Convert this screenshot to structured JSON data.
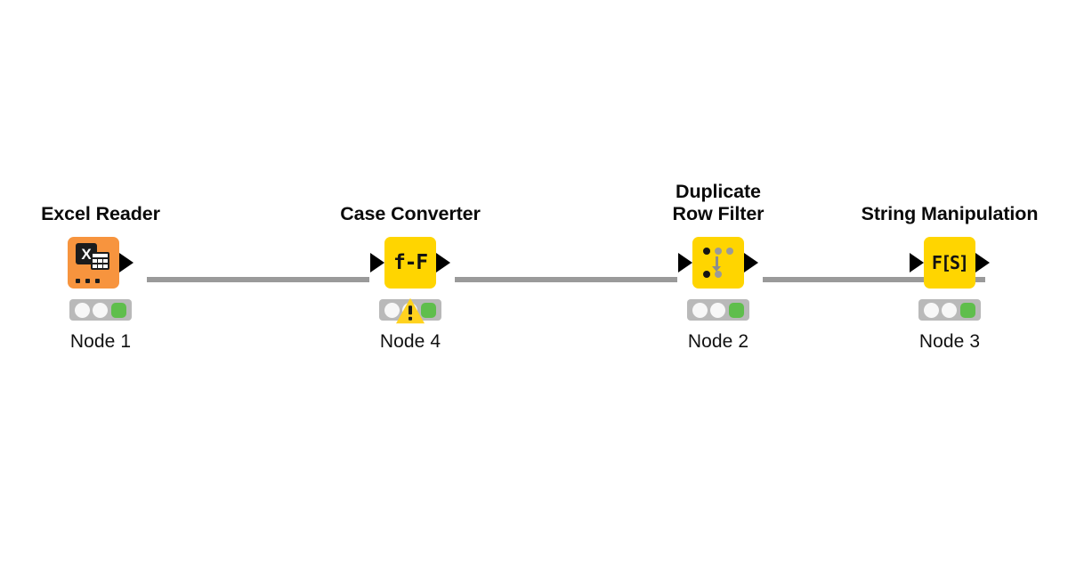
{
  "canvas": {
    "background": "#ffffff",
    "connector_color": "#9a9a9a",
    "port_color": "#000000"
  },
  "palette": {
    "node_yellow": "#FFD500",
    "node_orange": "#F7943E",
    "status_bar_gray": "#b9b9b9",
    "status_light_idle": "#f7f7f7",
    "status_light_green": "#5fbe4c",
    "warning_yellow": "#FFD21E",
    "title_text": "#0a0a0a"
  },
  "workflow": {
    "nodes": [
      {
        "title": "Excel Reader",
        "label": "Node 1",
        "glyph": "",
        "icon": "excel-file-icon",
        "color": "#F7943E",
        "has_input_port": false,
        "has_output_port": true,
        "status": {
          "lights": [
            "idle",
            "idle",
            "green"
          ],
          "warning": false
        }
      },
      {
        "title": "Case Converter",
        "label": "Node 4",
        "glyph": "f-F",
        "icon": "case-convert-icon",
        "color": "#FFD500",
        "has_input_port": true,
        "has_output_port": true,
        "status": {
          "lights": [
            "idle",
            "idle",
            "green"
          ],
          "warning": true,
          "warning_icon": "warning-triangle-icon"
        }
      },
      {
        "title": "Duplicate\nRow Filter",
        "label": "Node 2",
        "glyph": "",
        "icon": "duplicate-row-filter-icon",
        "color": "#FFD500",
        "has_input_port": true,
        "has_output_port": true,
        "status": {
          "lights": [
            "idle",
            "idle",
            "green"
          ],
          "warning": false
        }
      },
      {
        "title": "String Manipulation",
        "label": "Node 3",
        "glyph": "F[S]",
        "icon": "string-manipulation-icon",
        "color": "#FFD500",
        "has_input_port": true,
        "has_output_port": true,
        "status": {
          "lights": [
            "idle",
            "idle",
            "green"
          ],
          "warning": false
        }
      }
    ],
    "connections": [
      {
        "from": "Node 1",
        "to": "Node 4"
      },
      {
        "from": "Node 4",
        "to": "Node 2"
      },
      {
        "from": "Node 2",
        "to": "Node 3"
      }
    ]
  }
}
